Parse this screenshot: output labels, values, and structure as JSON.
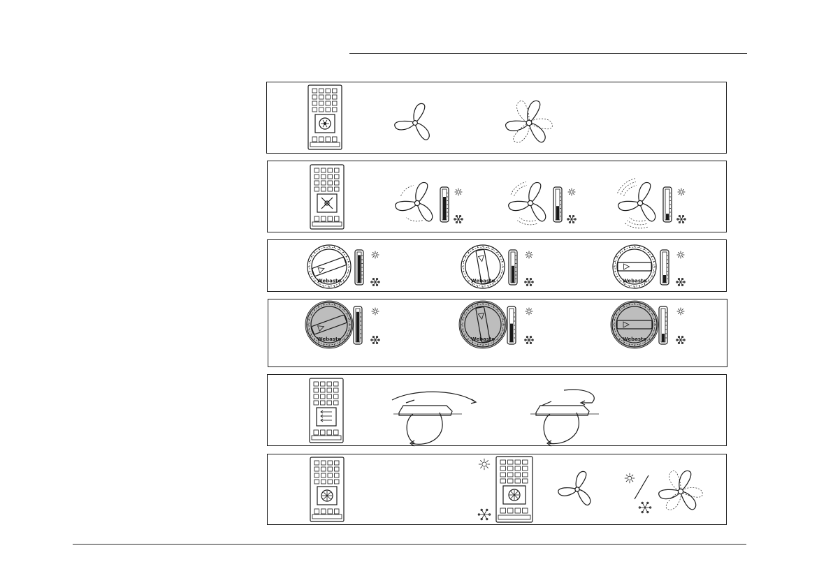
{
  "page": {
    "header_rule": true,
    "footer_rule": true
  },
  "dial": {
    "brand_text": "Webasto"
  },
  "icons": {
    "remote": "remote-control-icon",
    "fan_still": "fan-icon",
    "fan_moving": "fan-oscillating-icon",
    "sun": "sun-icon",
    "snowflake": "snowflake-icon",
    "dial": "temperature-dial-icon",
    "thermometer": "thermometer-scale-icon",
    "airflow": "airflow-vent-icon"
  },
  "levels": {
    "panel2": [
      0.75,
      0.45,
      0.2
    ],
    "panel3": [
      0.9,
      0.55,
      0.25
    ],
    "panel4": [
      0.9,
      0.55,
      0.25
    ]
  }
}
